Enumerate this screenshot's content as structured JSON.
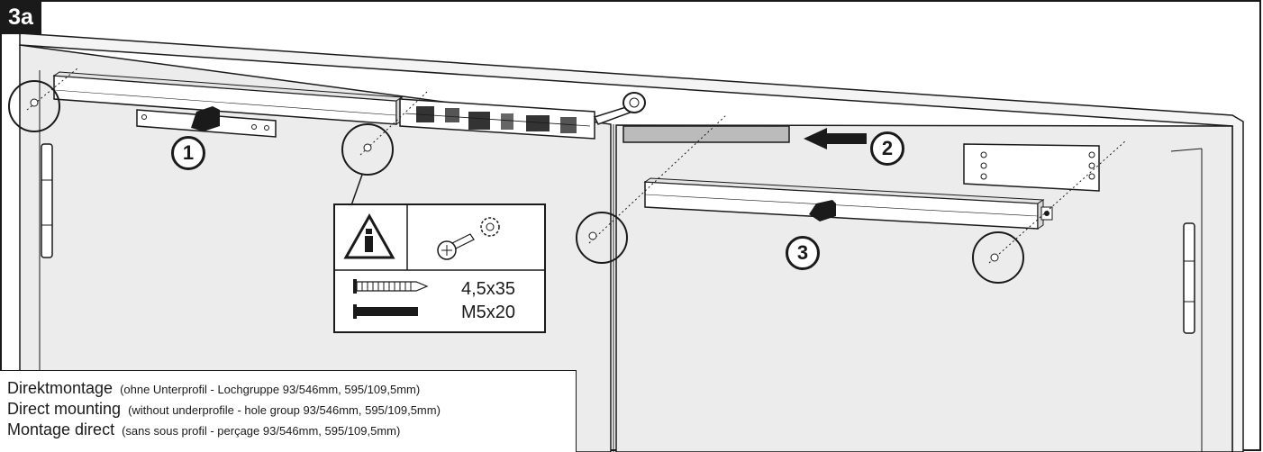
{
  "step_label": "3a",
  "steps": [
    "1",
    "2",
    "3"
  ],
  "screw_table": {
    "icons": [
      "warning-info-icon",
      "screw-with-washer-icon"
    ],
    "rows": [
      {
        "icon": "wood-screw-icon",
        "size": "4,5x35"
      },
      {
        "icon": "machine-screw-icon",
        "size": "M5x20"
      }
    ]
  },
  "captions": [
    {
      "title": "Direktmontage",
      "detail": "(ohne Unterprofil - Lochgruppe 93/546mm, 595/109,5mm)"
    },
    {
      "title": "Direct mounting",
      "detail": "(without underprofile - hole group 93/546mm, 595/109,5mm)"
    },
    {
      "title": "Montage direct",
      "detail": "(sans sous profil - perçage 93/546mm, 595/109,5mm)"
    }
  ],
  "colors": {
    "line": "#1a1a1a",
    "panel": "#ececec",
    "frame": "#f4f4f4",
    "tag": "#1a1a1a"
  }
}
